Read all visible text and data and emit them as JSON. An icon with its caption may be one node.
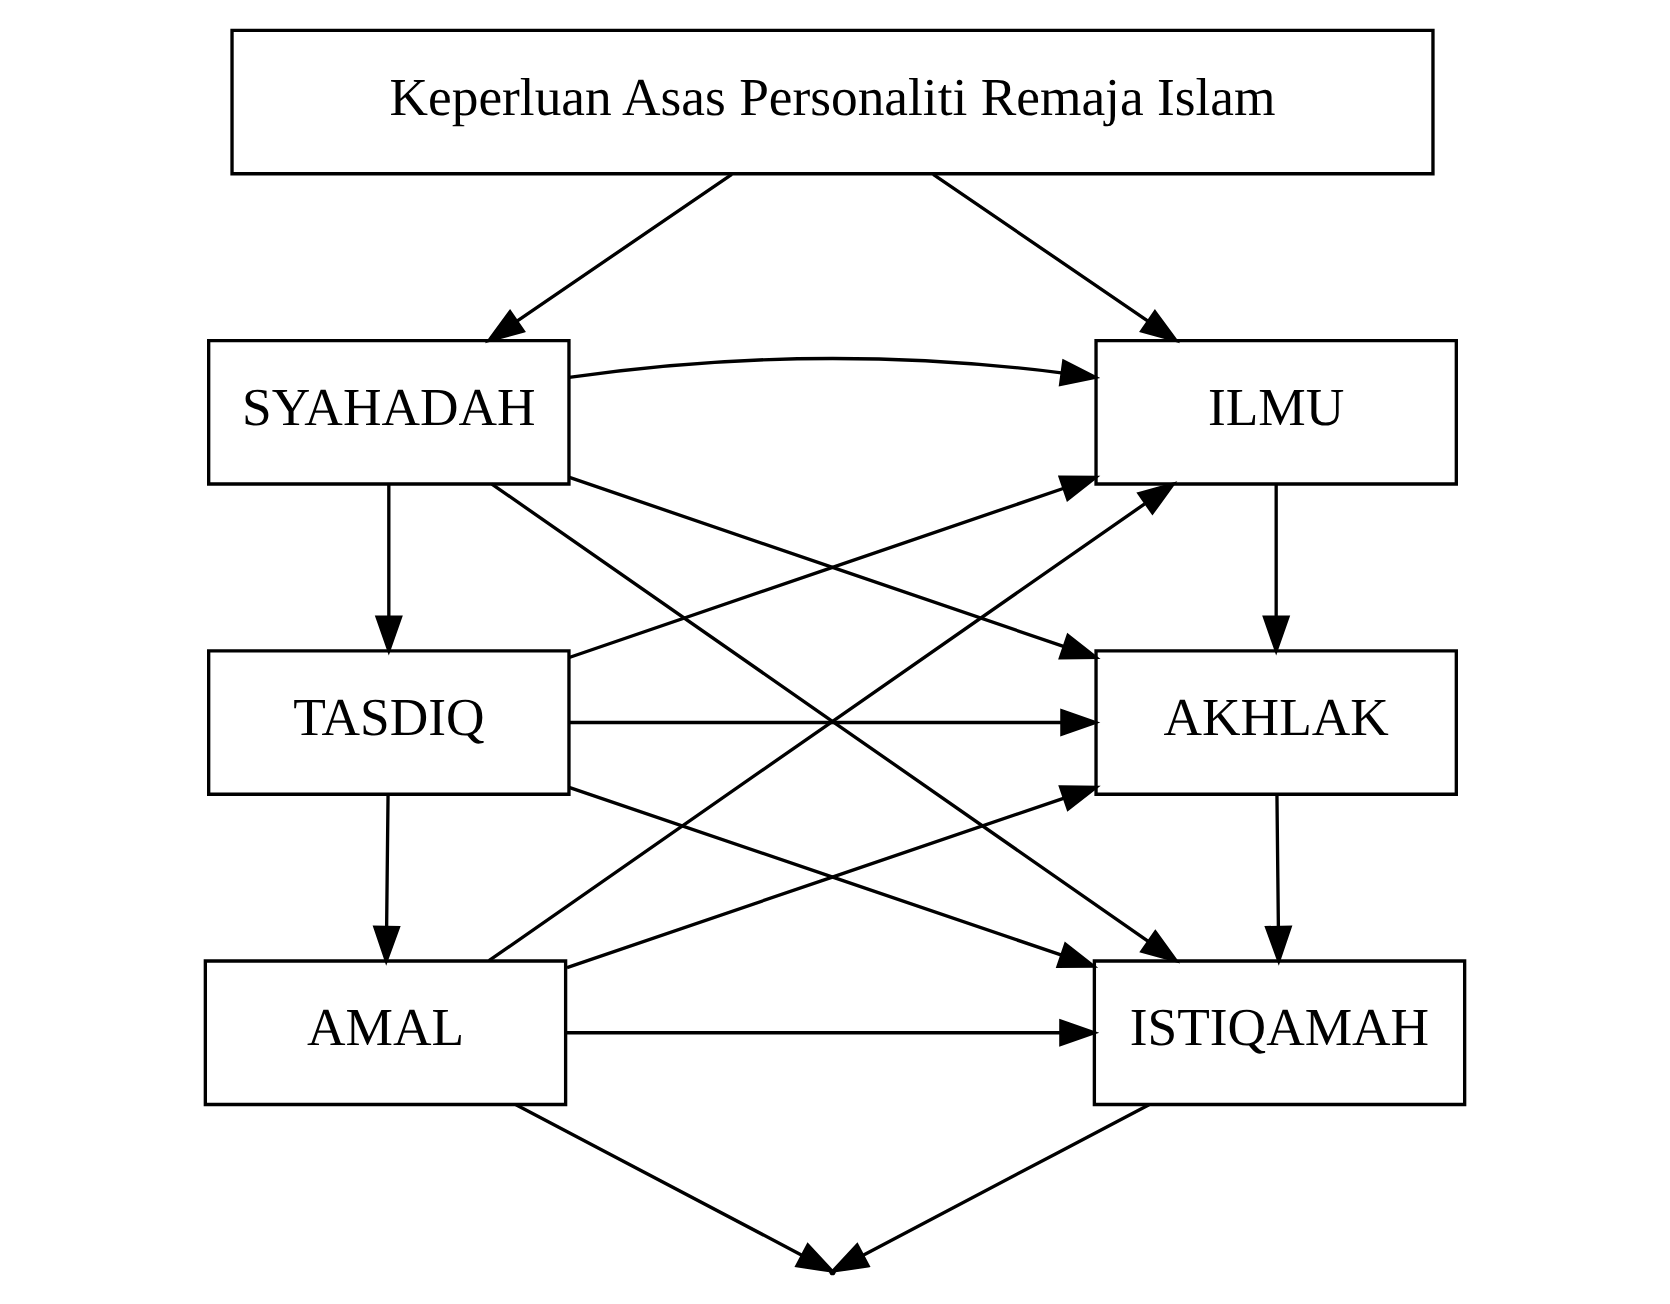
{
  "diagram": {
    "nodes": [
      {
        "text": [
          "Keperluan Asas Personaliti Remaja Islam"
        ]
      },
      {
        "text": [
          "SYAHADAH"
        ]
      },
      {
        "text": [
          "TASDIQ"
        ]
      },
      {
        "text": [
          "AMAL"
        ]
      },
      {
        "text": [
          "ILMU"
        ]
      },
      {
        "text": [
          "AKHLAK"
        ]
      },
      {
        "text": [
          "ISTIQAMAH"
        ]
      }
    ],
    "edges": [
      {
        "from": 0,
        "to": 1,
        "arrow": "to"
      },
      {
        "from": 0,
        "to": 4,
        "arrow": "to"
      },
      {
        "from": 1,
        "to": 2,
        "arrow": "to"
      },
      {
        "from": 2,
        "to": 3,
        "arrow": "to"
      },
      {
        "from": 4,
        "to": 5,
        "arrow": "to"
      },
      {
        "from": 5,
        "to": 6,
        "arrow": "to"
      },
      {
        "from": 1,
        "to": 4,
        "arrow": "to"
      },
      {
        "from": 1,
        "to": 5,
        "arrow": "to"
      },
      {
        "from": 1,
        "to": 6,
        "arrow": "to"
      },
      {
        "from": 2,
        "to": 4,
        "arrow": "to"
      },
      {
        "from": 2,
        "to": 5,
        "arrow": "to"
      },
      {
        "from": 2,
        "to": 6,
        "arrow": "to"
      },
      {
        "from": 3,
        "to": 4,
        "arrow": "to"
      },
      {
        "from": 3,
        "to": 5,
        "arrow": "to"
      },
      {
        "from": 3,
        "to": 6,
        "arrow": "to"
      },
      {
        "from": 3,
        "to": null,
        "arrow": "to"
      },
      {
        "from": 6,
        "to": null,
        "arrow": "to"
      }
    ]
  }
}
